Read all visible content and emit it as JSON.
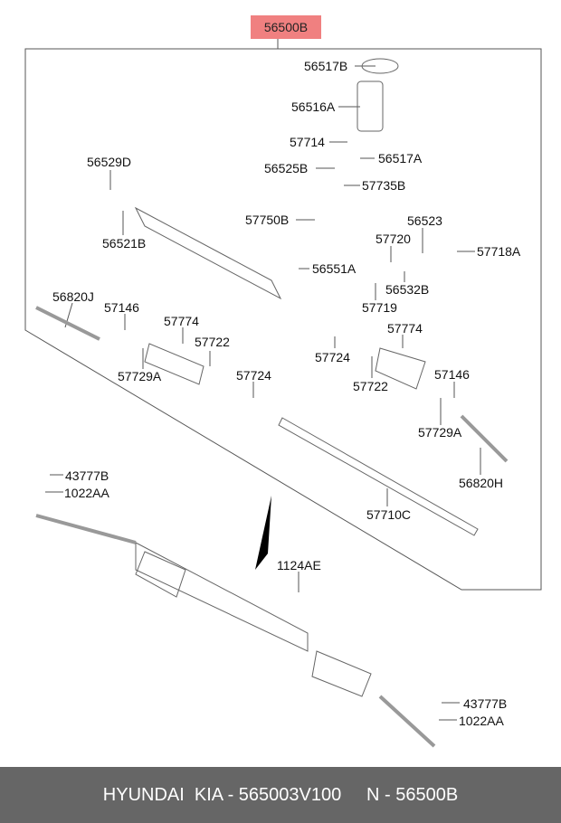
{
  "diagram": {
    "assembly_label": "56500B",
    "parts": {
      "p56517B": "56517B",
      "p56516A": "56516A",
      "p57714": "57714",
      "p56517A": "56517A",
      "p56525B": "56525B",
      "p57735B": "57735B",
      "p56529D": "56529D",
      "p56521B": "56521B",
      "p57750B": "57750B",
      "p56523": "56523",
      "p57720": "57720",
      "p57718A": "57718A",
      "p56551A": "56551A",
      "p56532B": "56532B",
      "p57719": "57719",
      "p56820J": "56820J",
      "p57146_left": "57146",
      "p57774_left": "57774",
      "p57722_left": "57722",
      "p57729A_left": "57729A",
      "p57724_left": "57724",
      "p57724_right": "57724",
      "p57774_right": "57774",
      "p57722_right": "57722",
      "p57146_right": "57146",
      "p57729A_right": "57729A",
      "p56820H": "56820H",
      "p57710C": "57710C",
      "p43777B_left": "43777B",
      "p1022AA_left": "1022AA",
      "p1124AE": "1124AE",
      "p43777B_right": "43777B",
      "p1022AA_right": "1022AA"
    }
  },
  "footer": {
    "text": "HYUNDAI  KIA - 565003V100     N - 56500B"
  }
}
